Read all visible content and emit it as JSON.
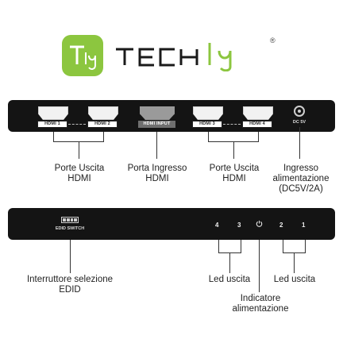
{
  "brand": {
    "wordmark": "TECHly",
    "registered": "®",
    "accent": "#8cc63f"
  },
  "rear_panel": {
    "ports": [
      {
        "label": "HDMI 1"
      },
      {
        "label": "HDMI 2"
      },
      {
        "label": "HDMI INPUT"
      },
      {
        "label": "HDMI 3"
      },
      {
        "label": "HDMI 4"
      }
    ],
    "dc_label": "DC 5V"
  },
  "front_panel": {
    "edid_label": "EDID SWITCH",
    "leds": [
      "4",
      "3",
      "2",
      "1"
    ]
  },
  "captions": {
    "out_left": "Porte Uscita HDMI",
    "input": "Porta Ingresso HDMI",
    "out_right": "Porte Uscita HDMI",
    "power_in": "Ingresso alimentazione (DC5V/2A)",
    "edid": "Interruttore selezione EDID",
    "led_left": "Led uscita",
    "led_right": "Led uscita",
    "power_led": "Indicatore alimentazione"
  },
  "caption_lines": {
    "out_left": [
      "Porte Uscita",
      "HDMI"
    ],
    "input": [
      "Porta Ingresso",
      "HDMI"
    ],
    "out_right": [
      "Porte Uscita",
      "HDMI"
    ],
    "power_in": [
      "Ingresso",
      "alimentazione",
      "(DC5V/2A)"
    ],
    "edid": [
      "Interruttore selezione",
      "EDID"
    ],
    "power_led": [
      "Indicatore",
      "alimentazione"
    ]
  }
}
